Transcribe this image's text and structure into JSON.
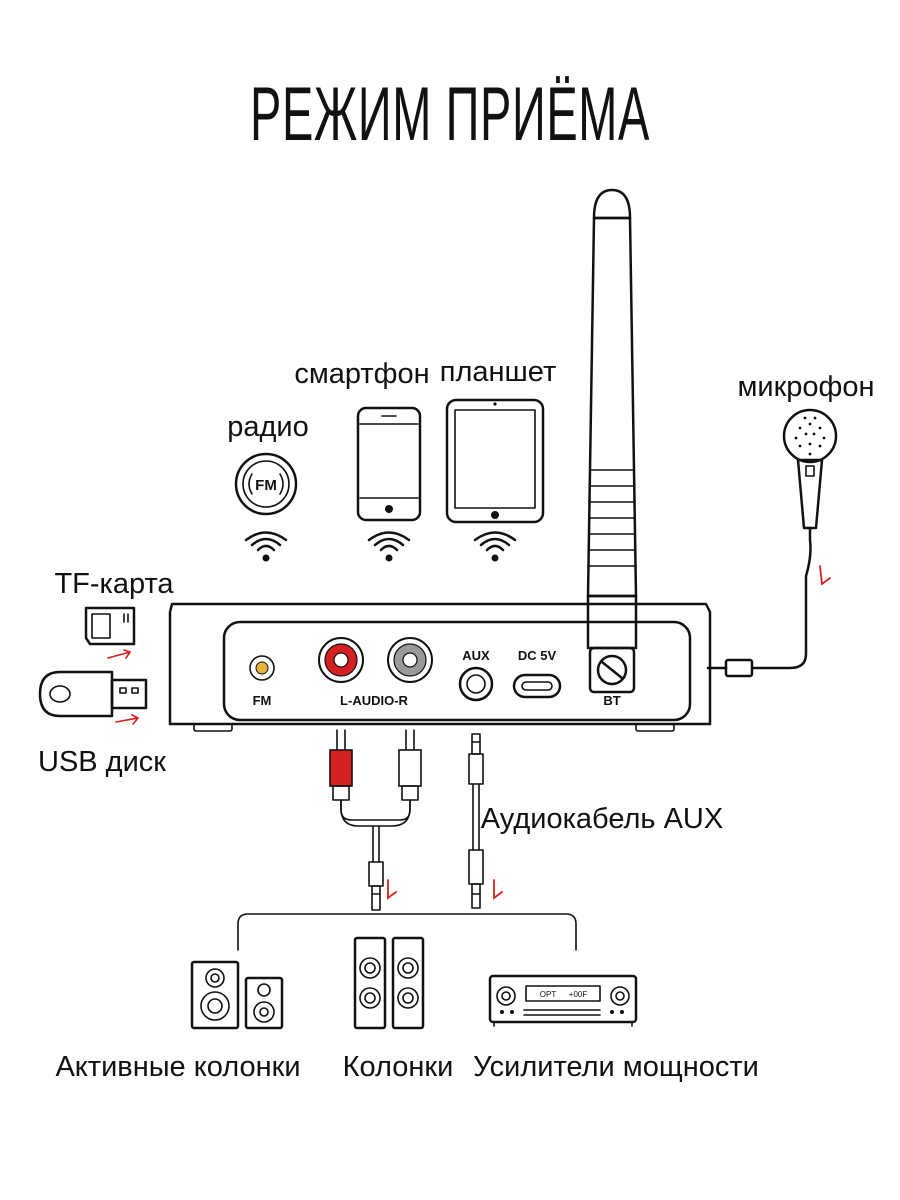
{
  "title": "РЕЖИМ ПРИЁМА",
  "labels": {
    "radio": "радио",
    "smartphone": "смартфон",
    "tablet": "планшет",
    "microphone": "микрофон",
    "tf_card": "TF-карта",
    "usb_disk": "USB диск",
    "aux_cable": "Аудиокабель AUX",
    "active_speakers": "Активные колонки",
    "speakers": "Колонки",
    "amplifiers": "Усилители мощности"
  },
  "ports": {
    "fm": "FM",
    "audio": "L-AUDIO-R",
    "aux": "AUX",
    "dc": "DC 5V",
    "bt": "BT"
  },
  "icon_text": {
    "fm_badge": "FM",
    "amp_display_left": "OPT",
    "amp_display_right": "+00F"
  },
  "colors": {
    "ink": "#111111",
    "accent_red": "#d42020",
    "rca_white": "#9a9a9a",
    "fm_jack": "#e8b53a"
  }
}
